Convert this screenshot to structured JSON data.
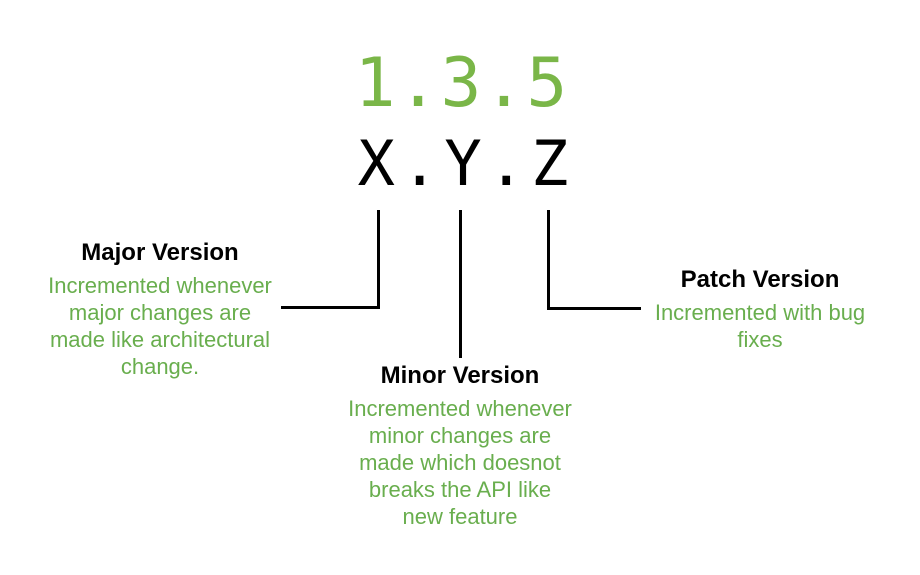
{
  "version": {
    "example": "1.3.5",
    "template": "X.Y.Z"
  },
  "colors": {
    "digits_green": "#7ab648",
    "text_green": "#69ae4e",
    "line_black": "#000000",
    "heading_black": "#000000",
    "background": "#ffffff"
  },
  "sections": {
    "major": {
      "title": "Major Version",
      "description": "Incremented whenever\nmajor changes are\nmade like architectural\nchange."
    },
    "minor": {
      "title": "Minor Version",
      "description": "Incremented whenever\nminor changes are\nmade which doesnot\nbreaks the API like\nnew feature"
    },
    "patch": {
      "title": "Patch Version",
      "description": "Incremented with bug\nfixes"
    }
  }
}
